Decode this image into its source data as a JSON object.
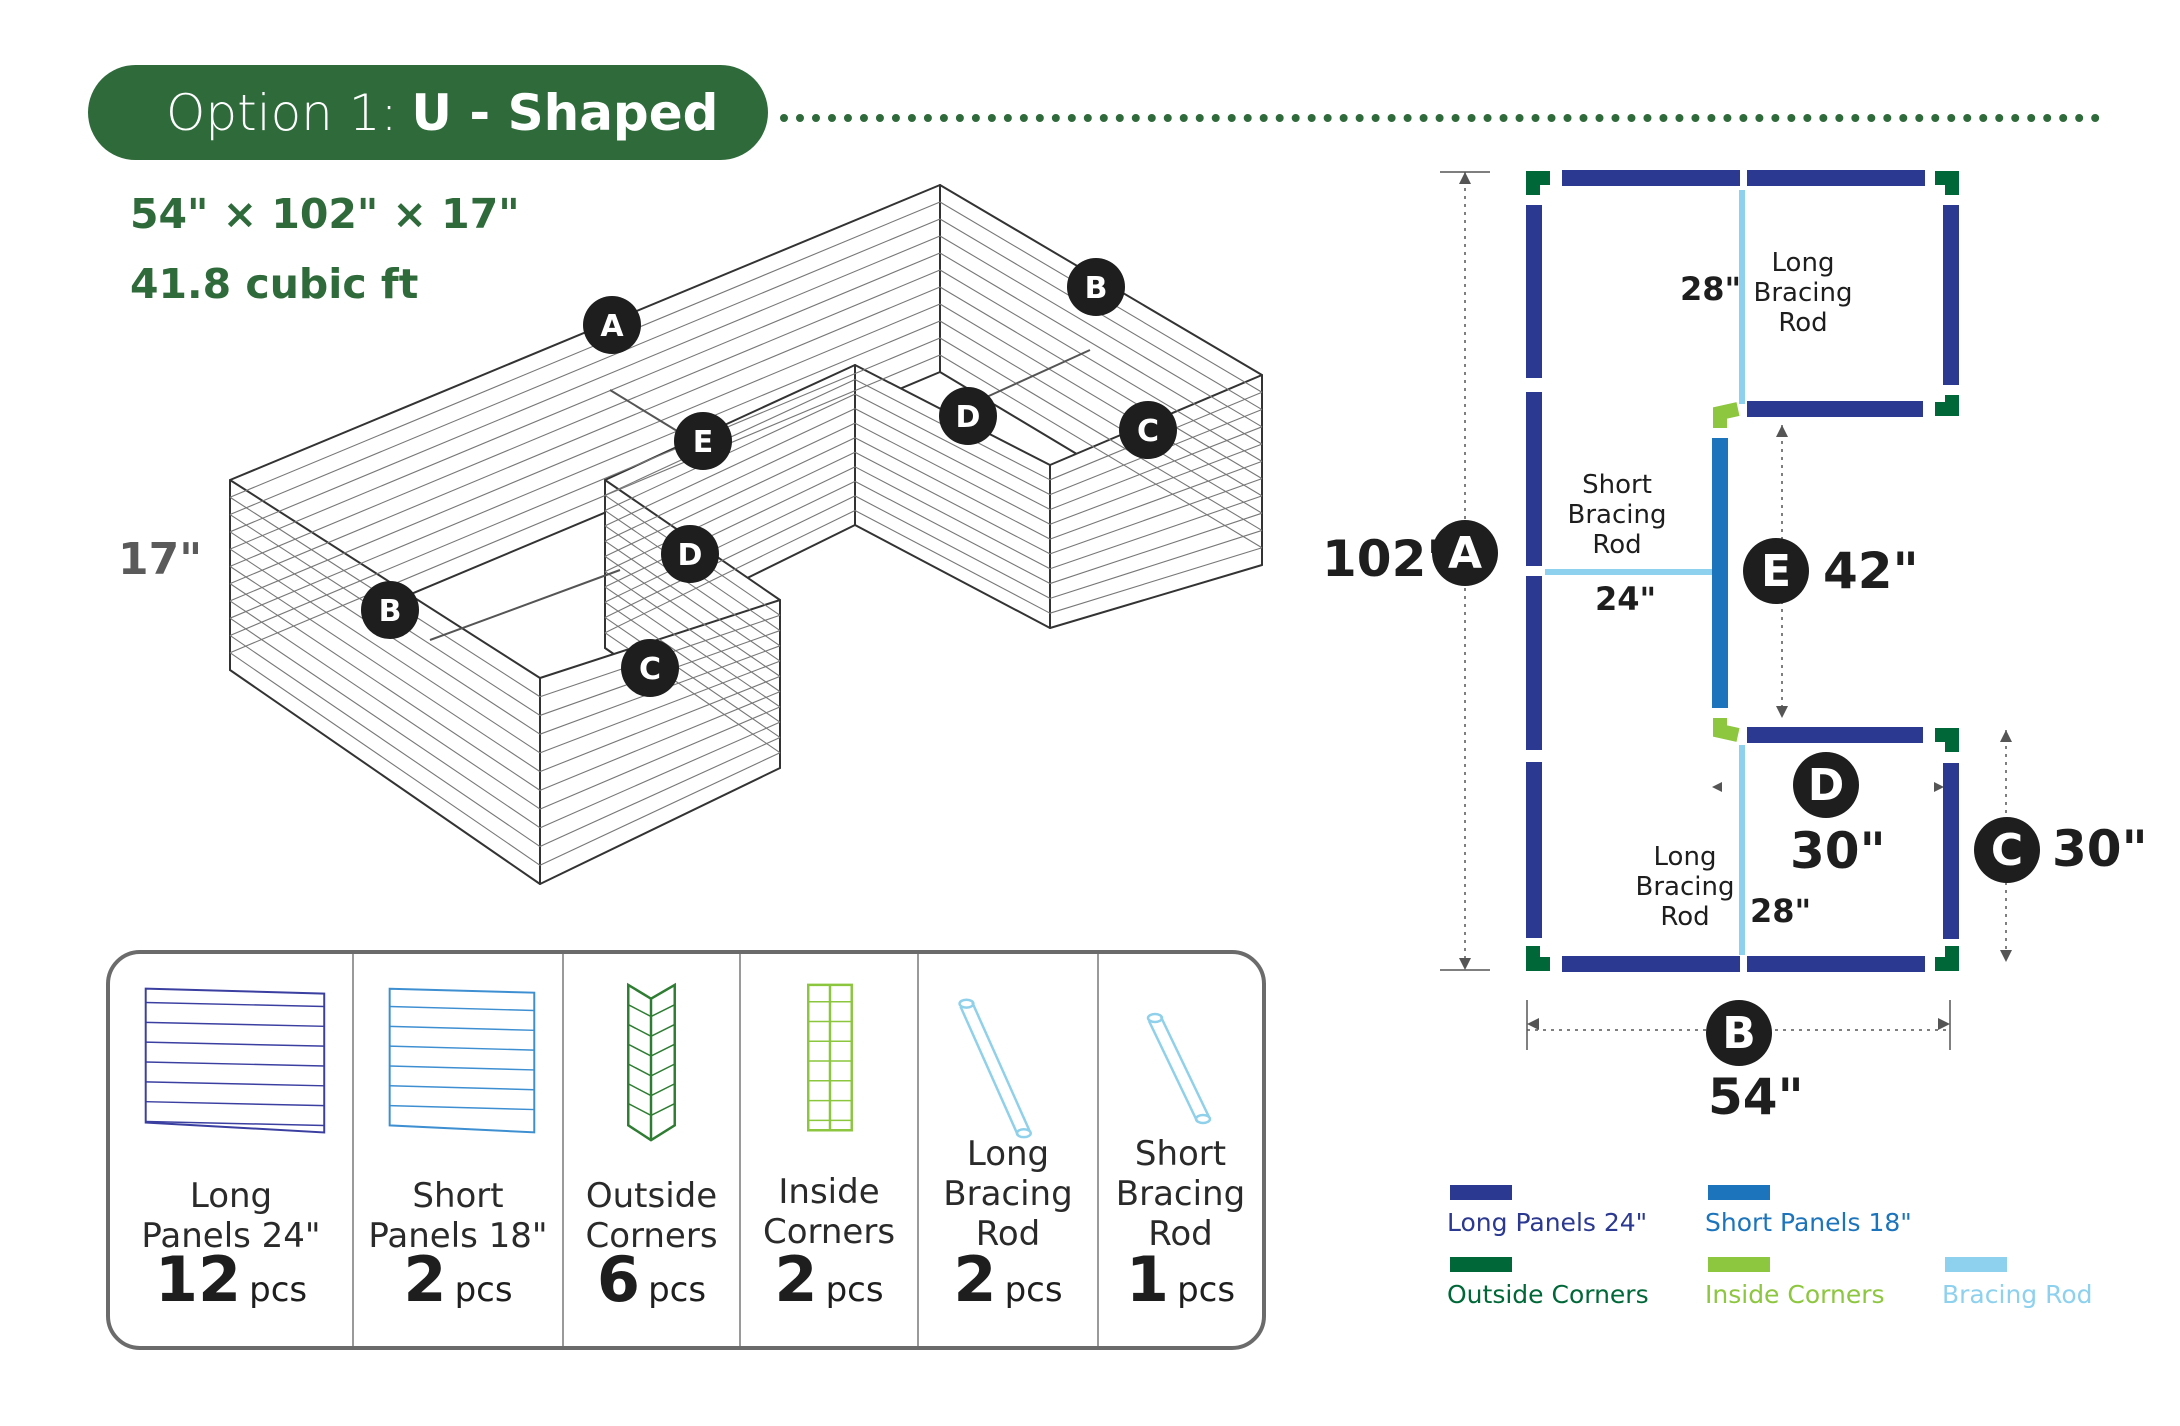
{
  "header": {
    "option_prefix": "Option 1:",
    "shape_name": "U - Shaped"
  },
  "specs": {
    "dimensions": "54\" × 102\" × 17\"",
    "volume": "41.8 cubic ft"
  },
  "illustration": {
    "height_label": "17\"",
    "callouts": [
      "A",
      "B",
      "B",
      "C",
      "C",
      "D",
      "D",
      "E"
    ]
  },
  "parts": [
    {
      "label": "Long\nPanels 24\"",
      "count": "12",
      "unit": "pcs",
      "icon": "long-panel-icon",
      "color": "#3b3fa0"
    },
    {
      "label": "Short\nPanels 18\"",
      "count": "2",
      "unit": "pcs",
      "icon": "short-panel-icon",
      "color": "#3d8fd1"
    },
    {
      "label": "Outside\nCorners",
      "count": "6",
      "unit": "pcs",
      "icon": "outside-corner-icon",
      "color": "#2e7d32"
    },
    {
      "label": "Inside\nCorners",
      "count": "2",
      "unit": "pcs",
      "icon": "inside-corner-icon",
      "color": "#8cc63f"
    },
    {
      "label": "Long\nBracing\nRod",
      "count": "2",
      "unit": "pcs",
      "icon": "long-rod-icon",
      "color": "#8fd0ea"
    },
    {
      "label": "Short\nBracing\nRod",
      "count": "1",
      "unit": "pcs",
      "icon": "short-rod-icon",
      "color": "#8fd0ea"
    }
  ],
  "plan": {
    "dim_a": "102\"",
    "dim_b": "54\"",
    "dim_c": "30\"",
    "dim_d": "30\"",
    "dim_e": "42\"",
    "badge_a": "A",
    "badge_b": "B",
    "badge_c": "C",
    "badge_d": "D",
    "badge_e": "E",
    "rod_top_label": "Long\nBracing\nRod",
    "rod_top_len": "28\"",
    "rod_mid_label": "Short\nBracing\nRod",
    "rod_mid_len": "24\"",
    "rod_bot_label": "Long\nBracing\nRod",
    "rod_bot_len": "28\""
  },
  "legend": [
    {
      "label": "Long Panels 24\"",
      "color": "#2b3990"
    },
    {
      "label": "Short Panels 18\"",
      "color": "#1c75bc"
    },
    {
      "label": "Outside Corners",
      "color": "#006838"
    },
    {
      "label": "Inside Corners",
      "color": "#8dc63f"
    },
    {
      "label": "Bracing Rod",
      "color": "#8ed1ef"
    }
  ]
}
